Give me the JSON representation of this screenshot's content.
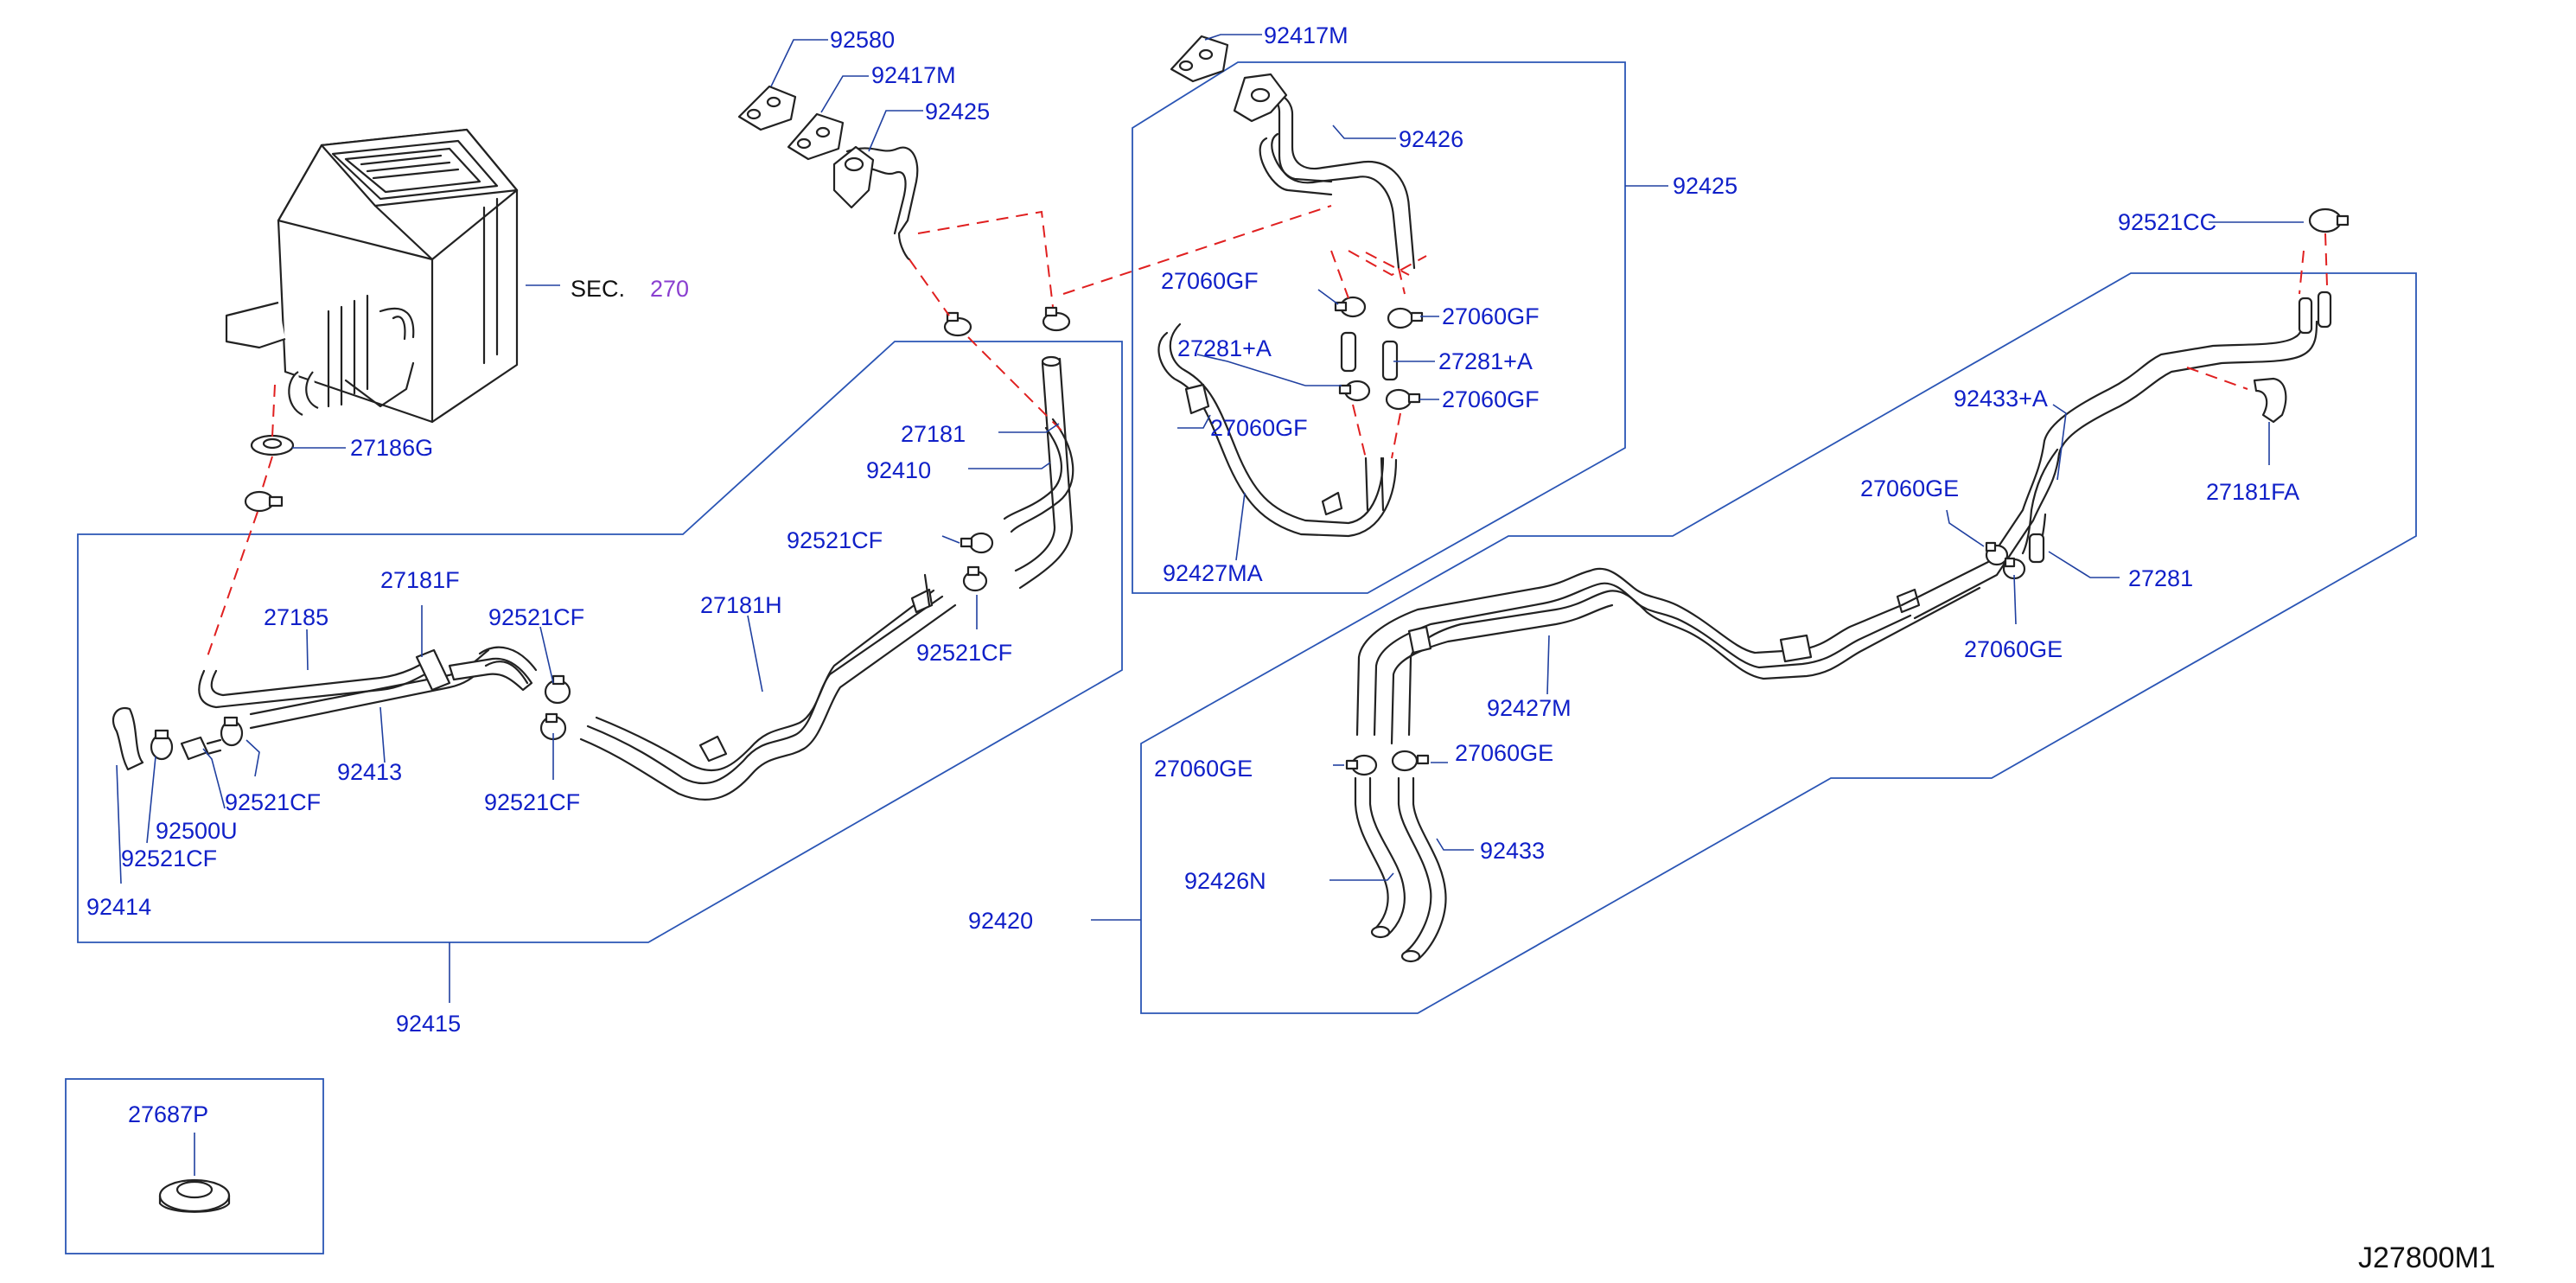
{
  "diagram_code": "J27800M1",
  "colors": {
    "label": "#1020c8",
    "leader": "#2040a0",
    "box": "#2a55b5",
    "dash": "#e02020",
    "part": "#222222",
    "section_ref": "#8a3fd0"
  },
  "section_reference": {
    "prefix": "SEC.",
    "number": "270"
  },
  "labels": {
    "p92580": "92580",
    "p92417M_a": "92417M",
    "p92417M_b": "92417M",
    "p92425_top": "92425",
    "p92425_box": "92425",
    "p92426": "92426",
    "p27060GF_a": "27060GF",
    "p27060GF_b": "27060GF",
    "p27060GF_c": "27060GF",
    "p27060GF_d": "27060GF",
    "p27281A_a": "27281+A",
    "p27281A_b": "27281+A",
    "p92427MA": "92427MA",
    "p27186G": "27186G",
    "p27181": "27181",
    "p92410": "92410",
    "p92521CF_a": "92521CF",
    "p92521CF_b": "92521CF",
    "p92521CF_c": "92521CF",
    "p92521CF_d": "92521CF",
    "p92521CF_e": "92521CF",
    "p92521CF_f": "92521CF",
    "p27181F": "27181F",
    "p27185": "27185",
    "p27181H": "27181H",
    "p92413": "92413",
    "p92500U": "92500U",
    "p92414": "92414",
    "p92415": "92415",
    "p27687P": "27687P",
    "p92521CC": "92521CC",
    "p92433A": "92433+A",
    "p27181FA": "27181FA",
    "p27060GE_a": "27060GE",
    "p27060GE_b": "27060GE",
    "p27060GE_c": "27060GE",
    "p27060GE_d": "27060GE",
    "p27281": "27281",
    "p92427M": "92427M",
    "p92433": "92433",
    "p92426N": "92426N",
    "p92420": "92420"
  }
}
